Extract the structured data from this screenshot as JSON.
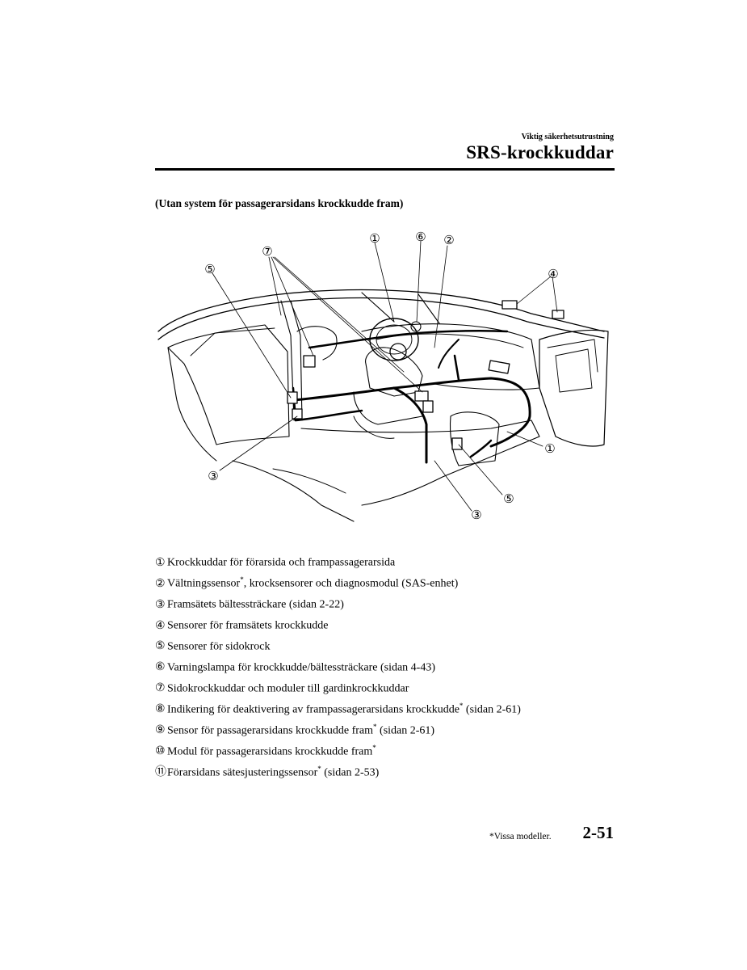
{
  "header": {
    "section": "Viktig säkerhetsutrustning",
    "title": "SRS-krockkuddar"
  },
  "subtitle": "(Utan system för passagerarsidans krockkudde fram)",
  "diagram": {
    "callouts": [
      "①",
      "⑥",
      "②",
      "⑦",
      "⑤",
      "④",
      "③",
      "①",
      "⑤",
      "③"
    ]
  },
  "legend": [
    {
      "num": "①",
      "text": "Krockkuddar för förarsida och frampassagerarsida",
      "star": "",
      "suffix": ""
    },
    {
      "num": "②",
      "text": "Vältningssensor",
      "star": "*",
      "suffix": ", krocksensorer och diagnosmodul (SAS-enhet)"
    },
    {
      "num": "③",
      "text": "Framsätets bältessträckare (sidan 2-22)",
      "star": "",
      "suffix": ""
    },
    {
      "num": "④",
      "text": "Sensorer för framsätets krockkudde",
      "star": "",
      "suffix": ""
    },
    {
      "num": "⑤",
      "text": "Sensorer för sidokrock",
      "star": "",
      "suffix": ""
    },
    {
      "num": "⑥",
      "text": "Varningslampa för krockkudde/bältessträckare (sidan 4-43)",
      "star": "",
      "suffix": ""
    },
    {
      "num": "⑦",
      "text": "Sidokrockkuddar och moduler till gardinkrockkuddar",
      "star": "",
      "suffix": ""
    },
    {
      "num": "⑧",
      "text": "Indikering för deaktivering av frampassagerarsidans krockkudde",
      "star": "*",
      "suffix": " (sidan 2-61)"
    },
    {
      "num": "⑨",
      "text": "Sensor för passagerarsidans krockkudde fram",
      "star": "*",
      "suffix": " (sidan 2-61)"
    },
    {
      "num": "⑩",
      "text": "Modul för passagerarsidans krockkudde fram",
      "star": "*",
      "suffix": ""
    },
    {
      "num": "⑪",
      "text": "Förarsidans sätesjusteringssensor",
      "star": "*",
      "suffix": " (sidan 2-53)"
    }
  ],
  "footer": {
    "footnote": "*Vissa modeller.",
    "page_number": "2-51"
  }
}
